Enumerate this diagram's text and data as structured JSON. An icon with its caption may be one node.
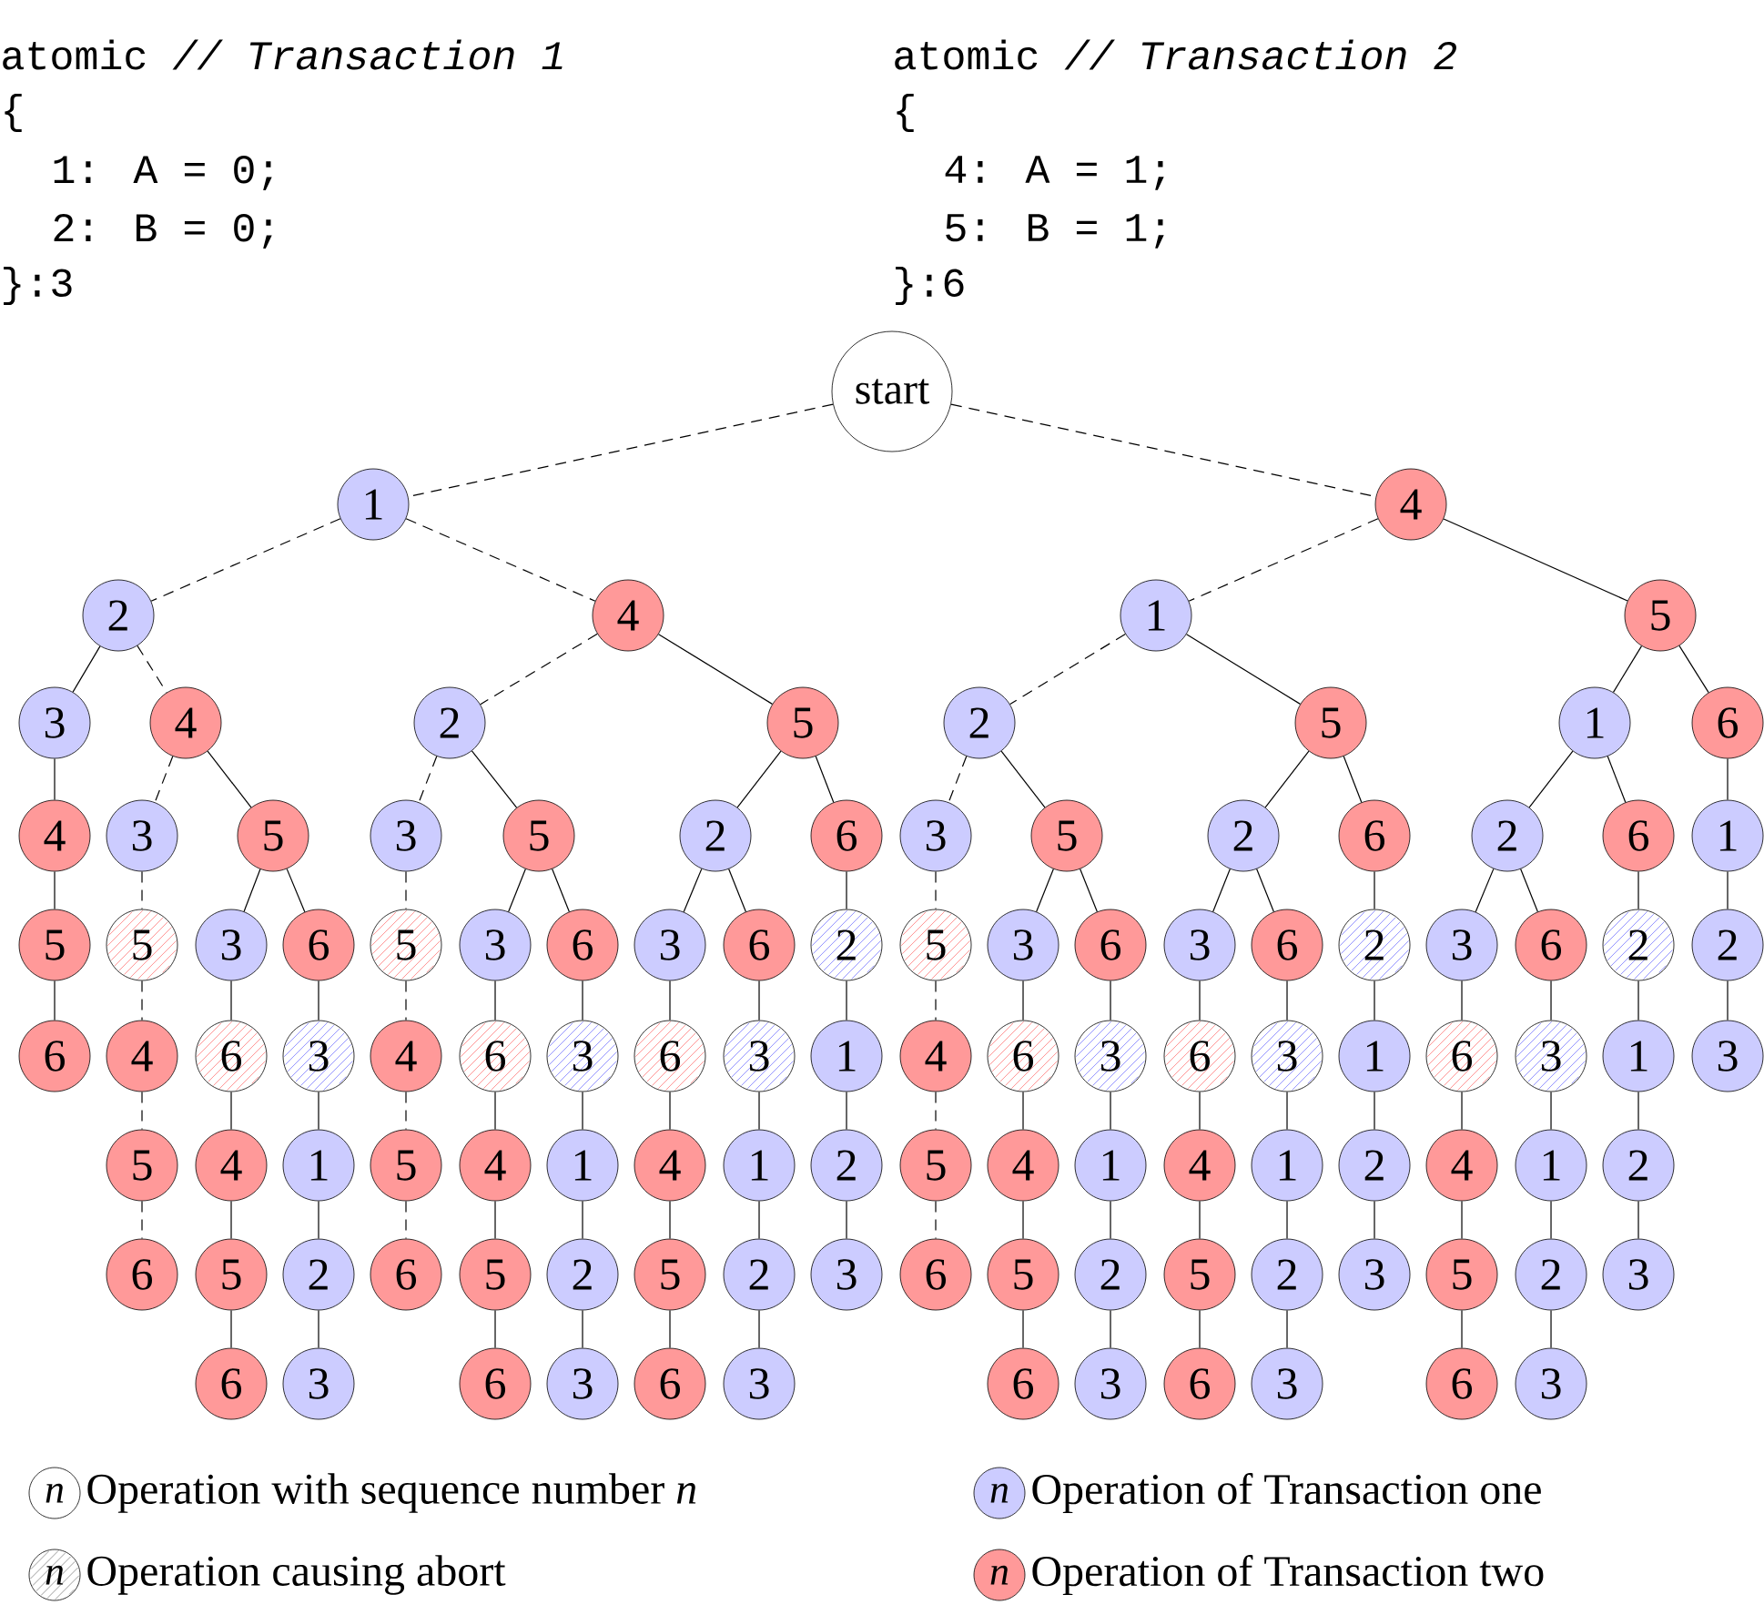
{
  "diagram": {
    "nodes": [
      {
        "text": [
          "start"
        ]
      },
      {
        "text": [
          "1"
        ]
      },
      {
        "text": [
          "2"
        ]
      },
      {
        "text": [
          "3"
        ]
      },
      {
        "text": [
          "4"
        ]
      },
      {
        "text": [
          "5"
        ]
      },
      {
        "text": [
          "6"
        ]
      },
      {
        "text": [
          "4"
        ]
      },
      {
        "text": [
          "3"
        ]
      },
      {
        "text": [
          "5"
        ]
      },
      {
        "text": [
          "4"
        ]
      },
      {
        "text": [
          "5"
        ]
      },
      {
        "text": [
          "6"
        ]
      },
      {
        "text": [
          "5"
        ]
      },
      {
        "text": [
          "3"
        ]
      },
      {
        "text": [
          "6"
        ]
      },
      {
        "text": [
          "4"
        ]
      },
      {
        "text": [
          "5"
        ]
      },
      {
        "text": [
          "6"
        ]
      },
      {
        "text": [
          "6"
        ]
      },
      {
        "text": [
          "3"
        ]
      },
      {
        "text": [
          "1"
        ]
      },
      {
        "text": [
          "2"
        ]
      },
      {
        "text": [
          "3"
        ]
      },
      {
        "text": [
          "4"
        ]
      },
      {
        "text": [
          "2"
        ]
      },
      {
        "text": [
          "3"
        ]
      },
      {
        "text": [
          "5"
        ]
      },
      {
        "text": [
          "4"
        ]
      },
      {
        "text": [
          "5"
        ]
      },
      {
        "text": [
          "6"
        ]
      },
      {
        "text": [
          "5"
        ]
      },
      {
        "text": [
          "3"
        ]
      },
      {
        "text": [
          "6"
        ]
      },
      {
        "text": [
          "4"
        ]
      },
      {
        "text": [
          "5"
        ]
      },
      {
        "text": [
          "6"
        ]
      },
      {
        "text": [
          "6"
        ]
      },
      {
        "text": [
          "3"
        ]
      },
      {
        "text": [
          "1"
        ]
      },
      {
        "text": [
          "2"
        ]
      },
      {
        "text": [
          "3"
        ]
      },
      {
        "text": [
          "5"
        ]
      },
      {
        "text": [
          "2"
        ]
      },
      {
        "text": [
          "3"
        ]
      },
      {
        "text": [
          "6"
        ]
      },
      {
        "text": [
          "4"
        ]
      },
      {
        "text": [
          "5"
        ]
      },
      {
        "text": [
          "6"
        ]
      },
      {
        "text": [
          "6"
        ]
      },
      {
        "text": [
          "3"
        ]
      },
      {
        "text": [
          "1"
        ]
      },
      {
        "text": [
          "2"
        ]
      },
      {
        "text": [
          "3"
        ]
      },
      {
        "text": [
          "6"
        ]
      },
      {
        "text": [
          "2"
        ]
      },
      {
        "text": [
          "1"
        ]
      },
      {
        "text": [
          "2"
        ]
      },
      {
        "text": [
          "3"
        ]
      },
      {
        "text": [
          "4"
        ]
      },
      {
        "text": [
          "1"
        ]
      },
      {
        "text": [
          "2"
        ]
      },
      {
        "text": [
          "3"
        ]
      },
      {
        "text": [
          "5"
        ]
      },
      {
        "text": [
          "4"
        ]
      },
      {
        "text": [
          "5"
        ]
      },
      {
        "text": [
          "6"
        ]
      },
      {
        "text": [
          "5"
        ]
      },
      {
        "text": [
          "3"
        ]
      },
      {
        "text": [
          "6"
        ]
      },
      {
        "text": [
          "4"
        ]
      },
      {
        "text": [
          "5"
        ]
      },
      {
        "text": [
          "6"
        ]
      },
      {
        "text": [
          "6"
        ]
      },
      {
        "text": [
          "3"
        ]
      },
      {
        "text": [
          "1"
        ]
      },
      {
        "text": [
          "2"
        ]
      },
      {
        "text": [
          "3"
        ]
      },
      {
        "text": [
          "5"
        ]
      },
      {
        "text": [
          "2"
        ]
      },
      {
        "text": [
          "3"
        ]
      },
      {
        "text": [
          "6"
        ]
      },
      {
        "text": [
          "4"
        ]
      },
      {
        "text": [
          "5"
        ]
      },
      {
        "text": [
          "6"
        ]
      },
      {
        "text": [
          "6"
        ]
      },
      {
        "text": [
          "3"
        ]
      },
      {
        "text": [
          "1"
        ]
      },
      {
        "text": [
          "2"
        ]
      },
      {
        "text": [
          "3"
        ]
      },
      {
        "text": [
          "6"
        ]
      },
      {
        "text": [
          "2"
        ]
      },
      {
        "text": [
          "1"
        ]
      },
      {
        "text": [
          "2"
        ]
      },
      {
        "text": [
          "3"
        ]
      },
      {
        "text": [
          "5"
        ]
      },
      {
        "text": [
          "1"
        ]
      },
      {
        "text": [
          "2"
        ]
      },
      {
        "text": [
          "3"
        ]
      },
      {
        "text": [
          "6"
        ]
      },
      {
        "text": [
          "4"
        ]
      },
      {
        "text": [
          "5"
        ]
      },
      {
        "text": [
          "6"
        ]
      },
      {
        "text": [
          "6"
        ]
      },
      {
        "text": [
          "3"
        ]
      },
      {
        "text": [
          "1"
        ]
      },
      {
        "text": [
          "2"
        ]
      },
      {
        "text": [
          "3"
        ]
      },
      {
        "text": [
          "6"
        ]
      },
      {
        "text": [
          "2"
        ]
      },
      {
        "text": [
          "1"
        ]
      },
      {
        "text": [
          "2"
        ]
      },
      {
        "text": [
          "3"
        ]
      },
      {
        "text": [
          "6"
        ]
      },
      {
        "text": [
          "1"
        ]
      },
      {
        "text": [
          "2"
        ]
      },
      {
        "text": [
          "3"
        ]
      }
    ],
    "edges": [
      {
        "from": 0,
        "to": 1,
        "arrow": "none",
        "style": "dashed"
      },
      {
        "from": 1,
        "to": 2,
        "arrow": "none",
        "style": "dashed"
      },
      {
        "from": 2,
        "to": 3,
        "arrow": "none"
      },
      {
        "from": 3,
        "to": 4,
        "arrow": "none"
      },
      {
        "from": 4,
        "to": 5,
        "arrow": "none"
      },
      {
        "from": 5,
        "to": 6,
        "arrow": "none"
      },
      {
        "from": 2,
        "to": 7,
        "arrow": "none",
        "style": "dashed"
      },
      {
        "from": 7,
        "to": 8,
        "arrow": "none",
        "style": "dashed"
      },
      {
        "from": 8,
        "to": 9,
        "arrow": "none",
        "style": "dashed"
      },
      {
        "from": 9,
        "to": 10,
        "arrow": "none",
        "style": "dashed"
      },
      {
        "from": 10,
        "to": 11,
        "arrow": "none",
        "style": "dashed"
      },
      {
        "from": 11,
        "to": 12,
        "arrow": "none",
        "style": "dashed"
      },
      {
        "from": 7,
        "to": 13,
        "arrow": "none"
      },
      {
        "from": 13,
        "to": 14,
        "arrow": "none"
      },
      {
        "from": 14,
        "to": 15,
        "arrow": "none"
      },
      {
        "from": 15,
        "to": 16,
        "arrow": "none"
      },
      {
        "from": 16,
        "to": 17,
        "arrow": "none"
      },
      {
        "from": 17,
        "to": 18,
        "arrow": "none"
      },
      {
        "from": 13,
        "to": 19,
        "arrow": "none"
      },
      {
        "from": 19,
        "to": 20,
        "arrow": "none"
      },
      {
        "from": 20,
        "to": 21,
        "arrow": "none"
      },
      {
        "from": 21,
        "to": 22,
        "arrow": "none"
      },
      {
        "from": 22,
        "to": 23,
        "arrow": "none"
      },
      {
        "from": 1,
        "to": 24,
        "arrow": "none",
        "style": "dashed"
      },
      {
        "from": 24,
        "to": 25,
        "arrow": "none",
        "style": "dashed"
      },
      {
        "from": 25,
        "to": 26,
        "arrow": "none",
        "style": "dashed"
      },
      {
        "from": 26,
        "to": 27,
        "arrow": "none",
        "style": "dashed"
      },
      {
        "from": 27,
        "to": 28,
        "arrow": "none",
        "style": "dashed"
      },
      {
        "from": 28,
        "to": 29,
        "arrow": "none",
        "style": "dashed"
      },
      {
        "from": 29,
        "to": 30,
        "arrow": "none",
        "style": "dashed"
      },
      {
        "from": 25,
        "to": 31,
        "arrow": "none"
      },
      {
        "from": 31,
        "to": 32,
        "arrow": "none"
      },
      {
        "from": 32,
        "to": 33,
        "arrow": "none"
      },
      {
        "from": 33,
        "to": 34,
        "arrow": "none"
      },
      {
        "from": 34,
        "to": 35,
        "arrow": "none"
      },
      {
        "from": 35,
        "to": 36,
        "arrow": "none"
      },
      {
        "from": 31,
        "to": 37,
        "arrow": "none"
      },
      {
        "from": 37,
        "to": 38,
        "arrow": "none"
      },
      {
        "from": 38,
        "to": 39,
        "arrow": "none"
      },
      {
        "from": 39,
        "to": 40,
        "arrow": "none"
      },
      {
        "from": 40,
        "to": 41,
        "arrow": "none"
      },
      {
        "from": 24,
        "to": 42,
        "arrow": "none"
      },
      {
        "from": 42,
        "to": 43,
        "arrow": "none"
      },
      {
        "from": 43,
        "to": 44,
        "arrow": "none"
      },
      {
        "from": 44,
        "to": 45,
        "arrow": "none"
      },
      {
        "from": 45,
        "to": 46,
        "arrow": "none"
      },
      {
        "from": 46,
        "to": 47,
        "arrow": "none"
      },
      {
        "from": 47,
        "to": 48,
        "arrow": "none"
      },
      {
        "from": 43,
        "to": 49,
        "arrow": "none"
      },
      {
        "from": 49,
        "to": 50,
        "arrow": "none"
      },
      {
        "from": 50,
        "to": 51,
        "arrow": "none"
      },
      {
        "from": 51,
        "to": 52,
        "arrow": "none"
      },
      {
        "from": 52,
        "to": 53,
        "arrow": "none"
      },
      {
        "from": 42,
        "to": 54,
        "arrow": "none"
      },
      {
        "from": 54,
        "to": 55,
        "arrow": "none"
      },
      {
        "from": 55,
        "to": 56,
        "arrow": "none"
      },
      {
        "from": 56,
        "to": 57,
        "arrow": "none"
      },
      {
        "from": 57,
        "to": 58,
        "arrow": "none"
      },
      {
        "from": 0,
        "to": 59,
        "arrow": "none",
        "style": "dashed"
      },
      {
        "from": 59,
        "to": 60,
        "arrow": "none",
        "style": "dashed"
      },
      {
        "from": 60,
        "to": 61,
        "arrow": "none",
        "style": "dashed"
      },
      {
        "from": 61,
        "to": 62,
        "arrow": "none",
        "style": "dashed"
      },
      {
        "from": 62,
        "to": 63,
        "arrow": "none",
        "style": "dashed"
      },
      {
        "from": 63,
        "to": 64,
        "arrow": "none",
        "style": "dashed"
      },
      {
        "from": 64,
        "to": 65,
        "arrow": "none",
        "style": "dashed"
      },
      {
        "from": 65,
        "to": 66,
        "arrow": "none",
        "style": "dashed"
      },
      {
        "from": 61,
        "to": 67,
        "arrow": "none"
      },
      {
        "from": 67,
        "to": 68,
        "arrow": "none"
      },
      {
        "from": 68,
        "to": 69,
        "arrow": "none"
      },
      {
        "from": 69,
        "to": 70,
        "arrow": "none"
      },
      {
        "from": 70,
        "to": 71,
        "arrow": "none"
      },
      {
        "from": 71,
        "to": 72,
        "arrow": "none"
      },
      {
        "from": 67,
        "to": 73,
        "arrow": "none"
      },
      {
        "from": 73,
        "to": 74,
        "arrow": "none"
      },
      {
        "from": 74,
        "to": 75,
        "arrow": "none"
      },
      {
        "from": 75,
        "to": 76,
        "arrow": "none"
      },
      {
        "from": 76,
        "to": 77,
        "arrow": "none"
      },
      {
        "from": 60,
        "to": 78,
        "arrow": "none"
      },
      {
        "from": 78,
        "to": 79,
        "arrow": "none"
      },
      {
        "from": 79,
        "to": 80,
        "arrow": "none"
      },
      {
        "from": 80,
        "to": 81,
        "arrow": "none"
      },
      {
        "from": 81,
        "to": 82,
        "arrow": "none"
      },
      {
        "from": 82,
        "to": 83,
        "arrow": "none"
      },
      {
        "from": 83,
        "to": 84,
        "arrow": "none"
      },
      {
        "from": 79,
        "to": 85,
        "arrow": "none"
      },
      {
        "from": 85,
        "to": 86,
        "arrow": "none"
      },
      {
        "from": 86,
        "to": 87,
        "arrow": "none"
      },
      {
        "from": 87,
        "to": 88,
        "arrow": "none"
      },
      {
        "from": 88,
        "to": 89,
        "arrow": "none"
      },
      {
        "from": 78,
        "to": 90,
        "arrow": "none"
      },
      {
        "from": 90,
        "to": 91,
        "arrow": "none"
      },
      {
        "from": 91,
        "to": 92,
        "arrow": "none"
      },
      {
        "from": 92,
        "to": 93,
        "arrow": "none"
      },
      {
        "from": 93,
        "to": 94,
        "arrow": "none"
      },
      {
        "from": 59,
        "to": 95,
        "arrow": "none"
      },
      {
        "from": 95,
        "to": 96,
        "arrow": "none"
      },
      {
        "from": 96,
        "to": 97,
        "arrow": "none"
      },
      {
        "from": 97,
        "to": 98,
        "arrow": "none"
      },
      {
        "from": 98,
        "to": 99,
        "arrow": "none"
      },
      {
        "from": 99,
        "to": 100,
        "arrow": "none"
      },
      {
        "from": 100,
        "to": 101,
        "arrow": "none"
      },
      {
        "from": 101,
        "to": 102,
        "arrow": "none"
      },
      {
        "from": 97,
        "to": 103,
        "arrow": "none"
      },
      {
        "from": 103,
        "to": 104,
        "arrow": "none"
      },
      {
        "from": 104,
        "to": 105,
        "arrow": "none"
      },
      {
        "from": 105,
        "to": 106,
        "arrow": "none"
      },
      {
        "from": 106,
        "to": 107,
        "arrow": "none"
      },
      {
        "from": 96,
        "to": 108,
        "arrow": "none"
      },
      {
        "from": 108,
        "to": 109,
        "arrow": "none"
      },
      {
        "from": 109,
        "to": 110,
        "arrow": "none"
      },
      {
        "from": 110,
        "to": 111,
        "arrow": "none"
      },
      {
        "from": 111,
        "to": 112,
        "arrow": "none"
      },
      {
        "from": 95,
        "to": 113,
        "arrow": "none"
      },
      {
        "from": 113,
        "to": 114,
        "arrow": "none"
      },
      {
        "from": 114,
        "to": 115,
        "arrow": "none"
      },
      {
        "from": 115,
        "to": 116,
        "arrow": "none"
      }
    ],
    "labels": [
      "atomic  *// Transaction 1*",
      "{",
      "1: A = 0;",
      "2: B = 0;",
      "}:3",
      "atomic  *// Transaction 2*",
      "{",
      "4: A = 1;",
      "5: B = 1;",
      "}:6",
      "n",
      "n",
      "n",
      "n"
    ],
    "legend": [
      {
        "text": "Operation with sequence number *n*"
      },
      {
        "text": "Operation of Transaction one",
        "color": "#ccccff"
      },
      {
        "text": "Operation causing abort"
      },
      {
        "text": "Operation of Transaction two",
        "color": "#ff9999"
      }
    ]
  }
}
